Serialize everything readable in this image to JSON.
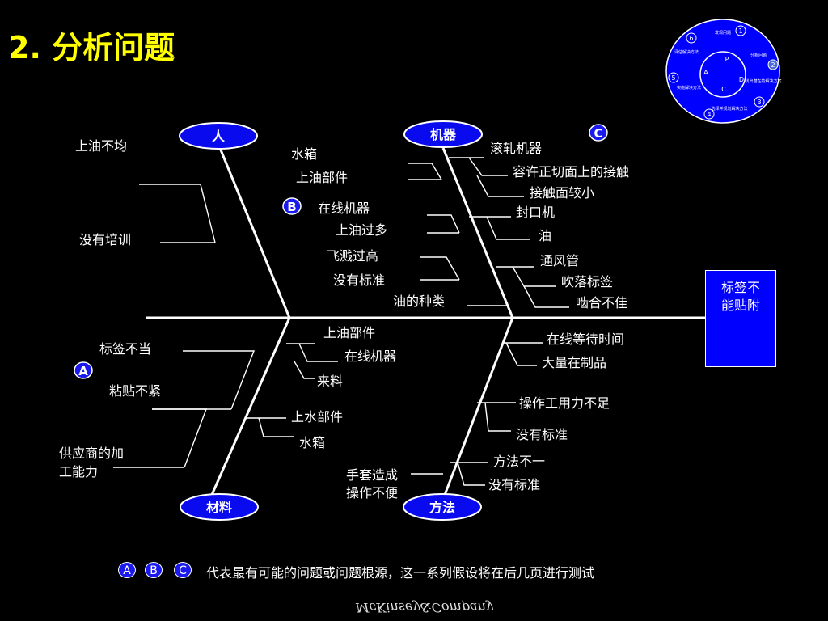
{
  "title": "2.  分析问题",
  "effect": [
    "标签不",
    "能贴附"
  ],
  "categories": {
    "man": "人",
    "machine": "机器",
    "material": "材料",
    "method": "方法"
  },
  "causes": {
    "c1": "上油不均",
    "c2": "没有培训",
    "c3": "水箱",
    "c4": "上油部件",
    "c5": "在线机器",
    "c6": "上油过多",
    "c7": "飞溅过高",
    "c8": "没有标准",
    "c9": "油的种类",
    "c10": "滚轧机器",
    "c11": "容许正切面上的接触",
    "c12": "接触面较小",
    "c13": "封口机",
    "c14": "油",
    "c15": "通风管",
    "c16": "吹落标签",
    "c17": "啮合不佳",
    "c18": "标签不当",
    "c19": "粘贴不紧",
    "c20a": "供应商的加",
    "c20b": "工能力",
    "c21": "上油部件",
    "c22": "在线机器",
    "c23": "来料",
    "c24": "上水部件",
    "c25": "水箱",
    "c26": "在线等待时间",
    "c27": "大量在制品",
    "c28": "操作工用力不足",
    "c29": "没有标准",
    "c30": "方法不一",
    "c31": "没有标准",
    "c32a": "手套造成",
    "c32b": "操作不便"
  },
  "markers": {
    "a": "A",
    "b": "B",
    "c": "C"
  },
  "footer": {
    "a": "A",
    "b": "B",
    "c": "C",
    "text": "代表最有可能的问题或问题根源，这一系列假设将在后几页进行测试"
  },
  "cycle": {
    "steps": [
      "1",
      "2",
      "3",
      "4",
      "5",
      "6"
    ],
    "labels": [
      "发现问题",
      "分析问题",
      "找出潜在的解决方案",
      "选择并规划解决方法",
      "实施解决方法",
      "评估解决方法"
    ],
    "center": [
      "P",
      "D",
      "C",
      "A"
    ]
  },
  "brand": "McKinsey&Company",
  "colors": {
    "title": "#ffff00",
    "accent": "#0000ff",
    "background": "#000000"
  }
}
